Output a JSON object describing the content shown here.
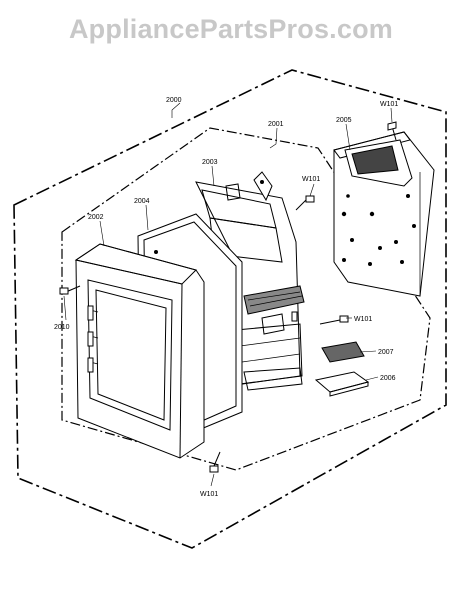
{
  "watermark": "AppliancePartsPros.com",
  "labels": {
    "p2000": "2000",
    "p2001": "2001",
    "p2002": "2002",
    "p2003": "2003",
    "p2004": "2004",
    "p2005": "2005",
    "p2006": "2006",
    "p2007": "2007",
    "p2010": "2010",
    "w101_top": "W101",
    "w101_mid": "W101",
    "w101_right": "W101",
    "w101_bottom": "W101"
  }
}
